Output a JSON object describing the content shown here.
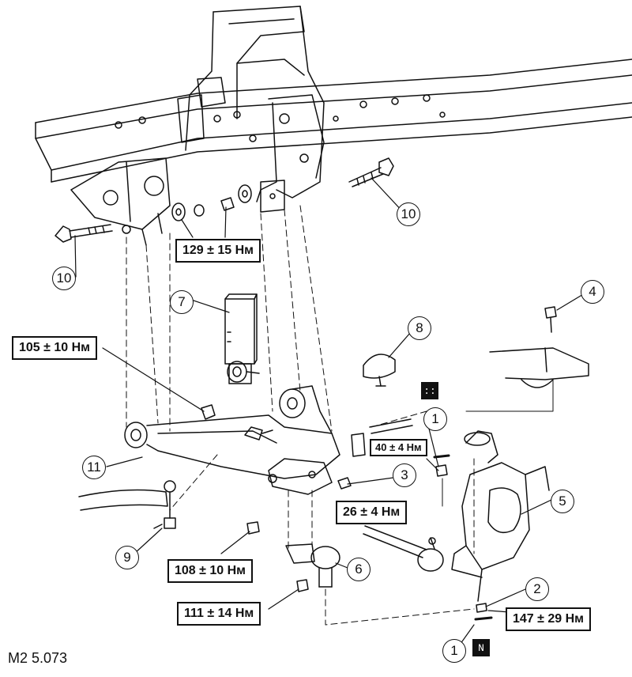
{
  "figure_code": "M2 5.073",
  "callouts": {
    "c10a": "10",
    "c10b": "10",
    "c7": "7",
    "c8": "8",
    "c4": "4",
    "c1a": "1",
    "c11": "11",
    "c3": "3",
    "c5": "5",
    "c9": "9",
    "c6": "6",
    "c2": "2",
    "c1b": "1"
  },
  "torques": {
    "t129": "129 ± 15 Нм",
    "t105": "105 ± 10 Нм",
    "t40": "40 ± 4 Нм",
    "t26": "26 ± 4 Нм",
    "t108": "108 ± 10 Нм",
    "t111": "111 ± 14 Нм",
    "t147": "147 ± 29 Нм"
  },
  "symbols": {
    "grease": "::",
    "new_part": "N"
  }
}
